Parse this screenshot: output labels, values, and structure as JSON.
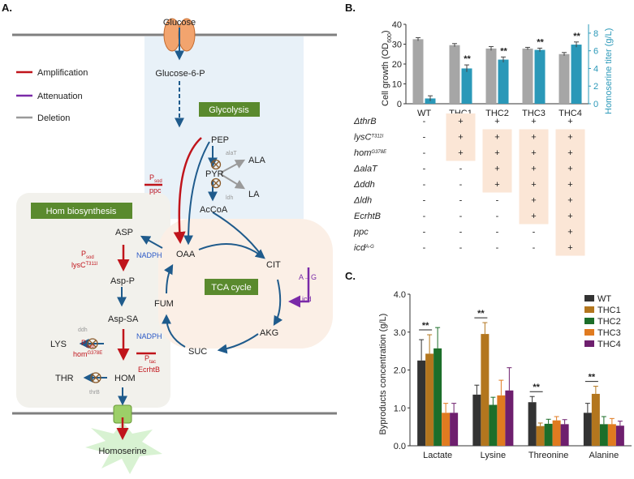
{
  "panel_labels": {
    "a": "A.",
    "b": "B.",
    "c": "C."
  },
  "pathway": {
    "legend": {
      "amplification": "Amplification",
      "attenuation": "Attenuation",
      "deletion": "Deletion"
    },
    "colors": {
      "amplification": "#c0141b",
      "attenuation": "#7a2aa8",
      "deletion": "#9a9a9a",
      "flow": "#1f5b8c",
      "box_green": "#5a8a2e"
    },
    "metabolites": {
      "glucose": "Glucose",
      "g6p": "Glucose-6-P",
      "pep": "PEP",
      "pyr": "PYR",
      "ala": "ALA",
      "la": "LA",
      "accoa": "AcCoA",
      "asp": "ASP",
      "oaa": "OAA",
      "cit": "CIT",
      "aspp": "Asp-P",
      "aspsa": "Asp-SA",
      "lys": "LYS",
      "fum": "FUM",
      "akg": "AKG",
      "suc": "SUC",
      "hom": "HOM",
      "thr": "THR",
      "homoserine": "Homoserine"
    },
    "boxes": {
      "glycolysis": "Glycolysis",
      "hom_biosynthesis": "Hom biosynthesis",
      "tca": "TCA cycle"
    },
    "genes": {
      "ppc": "ppc",
      "psod": "P",
      "psod_sub": "sod",
      "ptac_sub": "tac",
      "lysc": "lysC",
      "lysc_sup": "T311I",
      "hom": "hom",
      "hom_sup": "G378E",
      "ecrhtb": "EcrhtB",
      "alat": "alaT",
      "ldh": "ldh",
      "ddh": "ddh",
      "thrb": "thrB",
      "icd": "icd",
      "ag": "A→G",
      "nadph": "NADPH"
    }
  },
  "strain_table": {
    "rows": [
      {
        "label": "ΔthrB",
        "marks": [
          "-",
          "+",
          "+",
          "+",
          "+"
        ]
      },
      {
        "label": "lysC",
        "sup": "T311I",
        "marks": [
          "-",
          "+",
          "+",
          "+",
          "+"
        ]
      },
      {
        "label": "hom",
        "sup": "G378E",
        "marks": [
          "-",
          "+",
          "+",
          "+",
          "+"
        ]
      },
      {
        "label": "ΔalaT",
        "marks": [
          "-",
          "-",
          "+",
          "+",
          "+"
        ]
      },
      {
        "label": "Δddh",
        "marks": [
          "-",
          "-",
          "+",
          "+",
          "+"
        ]
      },
      {
        "label": "Δldh",
        "marks": [
          "-",
          "-",
          "-",
          "+",
          "+"
        ]
      },
      {
        "label": "EcrhtB",
        "marks": [
          "-",
          "-",
          "-",
          "+",
          "+"
        ]
      },
      {
        "label": "ppc",
        "marks": [
          "-",
          "-",
          "-",
          "-",
          "+"
        ]
      },
      {
        "label": "icd",
        "sup": "A-G",
        "marks": [
          "-",
          "-",
          "-",
          "-",
          "+"
        ]
      }
    ]
  },
  "chart_data": [
    {
      "type": "bar",
      "categories": [
        "WT",
        "THC1",
        "THC2",
        "THC3",
        "THC4"
      ],
      "ylabel": "Cell growth (OD",
      "ylabel_sub": "600",
      "ylabel_end": ")",
      "y2label": "Homoserine titer (g/L)",
      "ylim": [
        0,
        40
      ],
      "yticks": [
        "0",
        "10",
        "20",
        "30",
        "40"
      ],
      "y2lim": [
        0,
        9
      ],
      "y2ticks": [
        "0",
        "2",
        "4",
        "6",
        "8"
      ],
      "series": [
        {
          "values": [
            32.5,
            29.5,
            27.8,
            27.8,
            25.0
          ],
          "errors": [
            0.8,
            0.8,
            1.0,
            0.6,
            0.8
          ],
          "color": "#a6a6a6",
          "axis": "left"
        },
        {
          "values": [
            0.6,
            4.0,
            5.0,
            6.1,
            6.7
          ],
          "errors": [
            0.3,
            0.4,
            0.3,
            0.2,
            0.3
          ],
          "color": "#2a98b8",
          "axis": "right"
        }
      ],
      "significance": [
        "",
        "**",
        "**",
        "**",
        "**"
      ],
      "grid": false,
      "legend": "none"
    },
    {
      "type": "bar",
      "categories": [
        "Lactate",
        "Lysine",
        "Threonine",
        "Alanine"
      ],
      "ylabel": "Byproducts concentration (g/L)",
      "ylim": [
        0,
        4.0
      ],
      "yticks": [
        "0.0",
        "1.0",
        "2.0",
        "3.0",
        "4.0"
      ],
      "series": [
        {
          "name": "WT",
          "color": "#333333",
          "values": [
            2.25,
            1.35,
            1.15,
            0.87
          ],
          "errors": [
            0.55,
            0.25,
            0.15,
            0.25
          ]
        },
        {
          "name": "THC1",
          "color": "#b3761e",
          "values": [
            2.43,
            2.95,
            0.52,
            1.37
          ],
          "errors": [
            0.5,
            0.3,
            0.08,
            0.2
          ]
        },
        {
          "name": "THC2",
          "color": "#1c6e2a",
          "values": [
            2.57,
            1.08,
            0.58,
            0.57
          ],
          "errors": [
            0.55,
            0.2,
            0.12,
            0.2
          ]
        },
        {
          "name": "THC3",
          "color": "#e07b20",
          "values": [
            0.87,
            1.33,
            0.67,
            0.57
          ],
          "errors": [
            0.25,
            0.4,
            0.1,
            0.15
          ]
        },
        {
          "name": "THC4",
          "color": "#6e1f6e",
          "values": [
            0.87,
            1.46,
            0.57,
            0.53
          ],
          "errors": [
            0.25,
            0.6,
            0.12,
            0.12
          ]
        }
      ],
      "significance": [
        "**",
        "**",
        "**",
        "**"
      ],
      "grid": false,
      "legend": "top-right"
    }
  ]
}
